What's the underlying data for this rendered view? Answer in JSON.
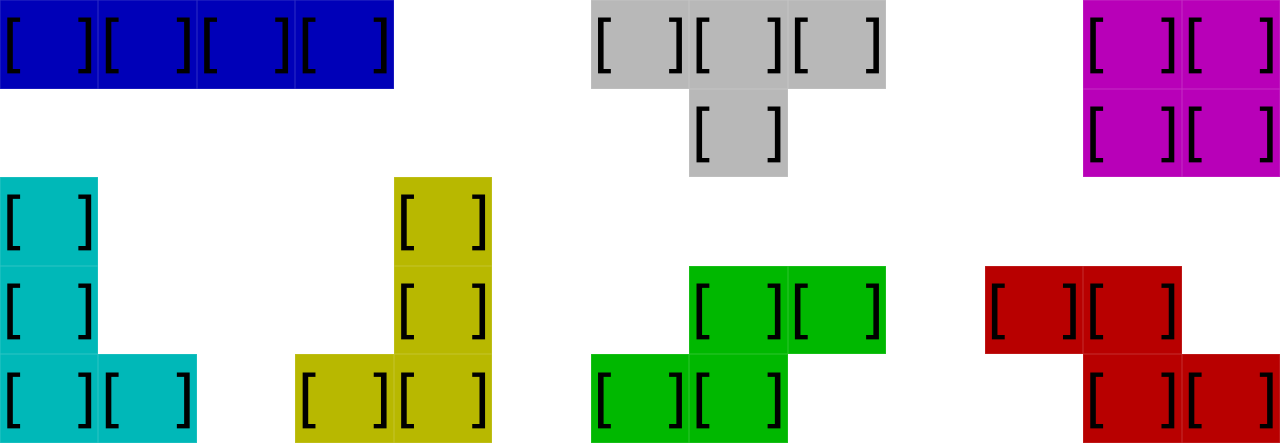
{
  "cell_label": "[ ]",
  "pieces": [
    {
      "id": "i",
      "color": "#0000b8",
      "cells": [
        [
          0,
          0
        ],
        [
          1,
          0
        ],
        [
          2,
          0
        ],
        [
          3,
          0
        ]
      ]
    },
    {
      "id": "t",
      "color": "#b8b8b8",
      "cells": [
        [
          6,
          0
        ],
        [
          7,
          0
        ],
        [
          8,
          0
        ],
        [
          7,
          1
        ]
      ]
    },
    {
      "id": "o",
      "color": "#b800b8",
      "cells": [
        [
          11,
          0
        ],
        [
          12,
          0
        ],
        [
          11,
          1
        ],
        [
          12,
          1
        ]
      ]
    },
    {
      "id": "l",
      "color": "#00b8b8",
      "cells": [
        [
          0,
          2
        ],
        [
          0,
          3
        ],
        [
          0,
          4
        ],
        [
          1,
          4
        ]
      ]
    },
    {
      "id": "j",
      "color": "#b8b800",
      "cells": [
        [
          4,
          2
        ],
        [
          4,
          3
        ],
        [
          3,
          4
        ],
        [
          4,
          4
        ]
      ]
    },
    {
      "id": "s",
      "color": "#00b800",
      "cells": [
        [
          7,
          3
        ],
        [
          8,
          3
        ],
        [
          6,
          4
        ],
        [
          7,
          4
        ]
      ]
    },
    {
      "id": "z",
      "color": "#b80000",
      "cells": [
        [
          10,
          3
        ],
        [
          11,
          3
        ],
        [
          11,
          4
        ],
        [
          12,
          4
        ]
      ]
    }
  ]
}
